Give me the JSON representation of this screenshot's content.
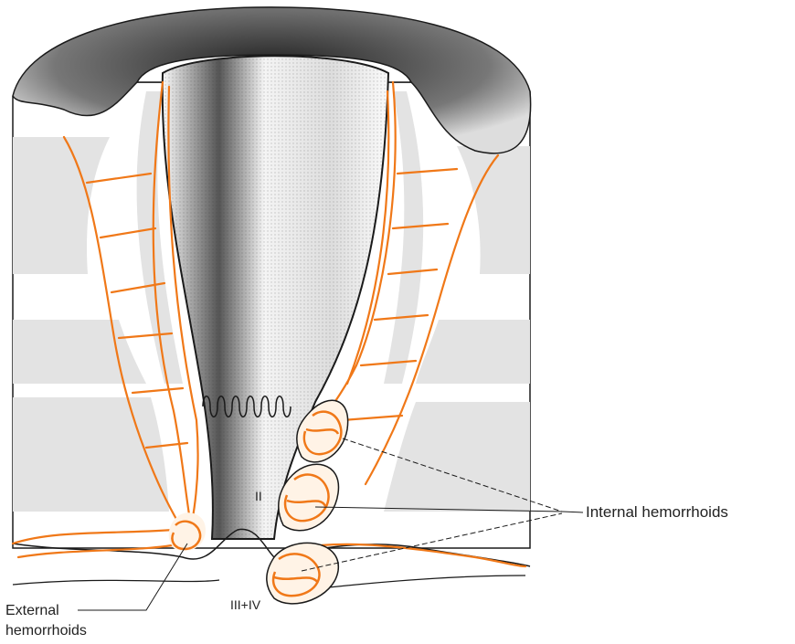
{
  "labels": {
    "internal_hemorrhoids": "Internal hemorrhoids",
    "external_line1": "External",
    "external_line2": "hemorrhoids",
    "grade_ii": "II",
    "grade_iii_iv": "III+IV"
  },
  "colors": {
    "vein": "#f07818",
    "outline": "#1a1a1a",
    "muscle": "#e3e3e3",
    "stipple": "#2a2a2a"
  }
}
